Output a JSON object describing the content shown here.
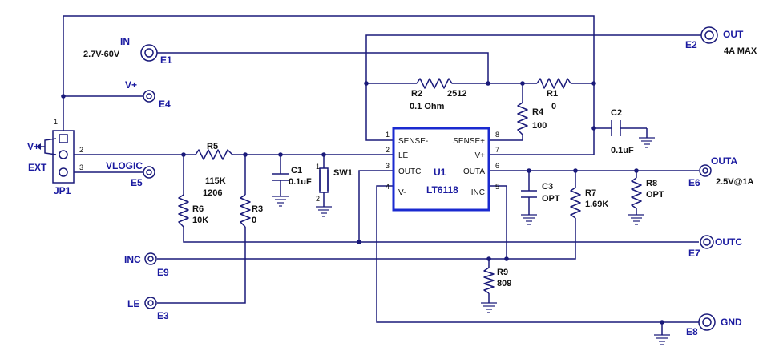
{
  "terminals": {
    "in": {
      "name": "IN",
      "range": "2.7V-60V",
      "id": "E1"
    },
    "vplus": {
      "name": "V+",
      "id": "E4"
    },
    "vlogic": {
      "name": "VLOGIC",
      "id": "E5"
    },
    "inc": {
      "name": "INC",
      "id": "E9"
    },
    "le": {
      "name": "LE",
      "id": "E3"
    },
    "out": {
      "name": "OUT",
      "note": "4A MAX",
      "id": "E2"
    },
    "outa": {
      "name": "OUTA",
      "note": "2.5V@1A",
      "id": "E6"
    },
    "outc": {
      "name": "OUTC",
      "id": "E7"
    },
    "gnd": {
      "name": "GND",
      "id": "E8"
    }
  },
  "jumper": {
    "label": "JP1",
    "opt1": "V+",
    "opt2": "EXT",
    "pins": [
      "1",
      "2",
      "3"
    ]
  },
  "ic": {
    "name": "U1",
    "part": "LT6118",
    "pins_left": [
      {
        "num": "1",
        "name": "SENSE-"
      },
      {
        "num": "2",
        "name": "LE"
      },
      {
        "num": "3",
        "name": "OUTC"
      },
      {
        "num": "4",
        "name": "V-"
      }
    ],
    "pins_right": [
      {
        "num": "8",
        "name": "SENSE+"
      },
      {
        "num": "7",
        "name": "V+"
      },
      {
        "num": "6",
        "name": "OUTA"
      },
      {
        "num": "5",
        "name": "INC"
      }
    ]
  },
  "components": {
    "r1": {
      "ref": "R1",
      "value": "0"
    },
    "r2": {
      "ref": "R2",
      "value": "0.1 Ohm",
      "pkg": "2512"
    },
    "r3": {
      "ref": "R3",
      "value": "0"
    },
    "r4": {
      "ref": "R4",
      "value": "100"
    },
    "r5": {
      "ref": "R5",
      "value": "115K",
      "pkg": "1206"
    },
    "r6": {
      "ref": "R6",
      "value": "10K"
    },
    "r7": {
      "ref": "R7",
      "value": "1.69K"
    },
    "r8": {
      "ref": "R8",
      "value": "OPT"
    },
    "r9": {
      "ref": "R9",
      "value": "809"
    },
    "c1": {
      "ref": "C1",
      "value": "0.1uF"
    },
    "c2": {
      "ref": "C2",
      "value": "0.1uF"
    },
    "c3": {
      "ref": "C3",
      "value": "OPT"
    },
    "sw1": {
      "ref": "SW1",
      "pin1": "1",
      "pin2": "2"
    }
  }
}
